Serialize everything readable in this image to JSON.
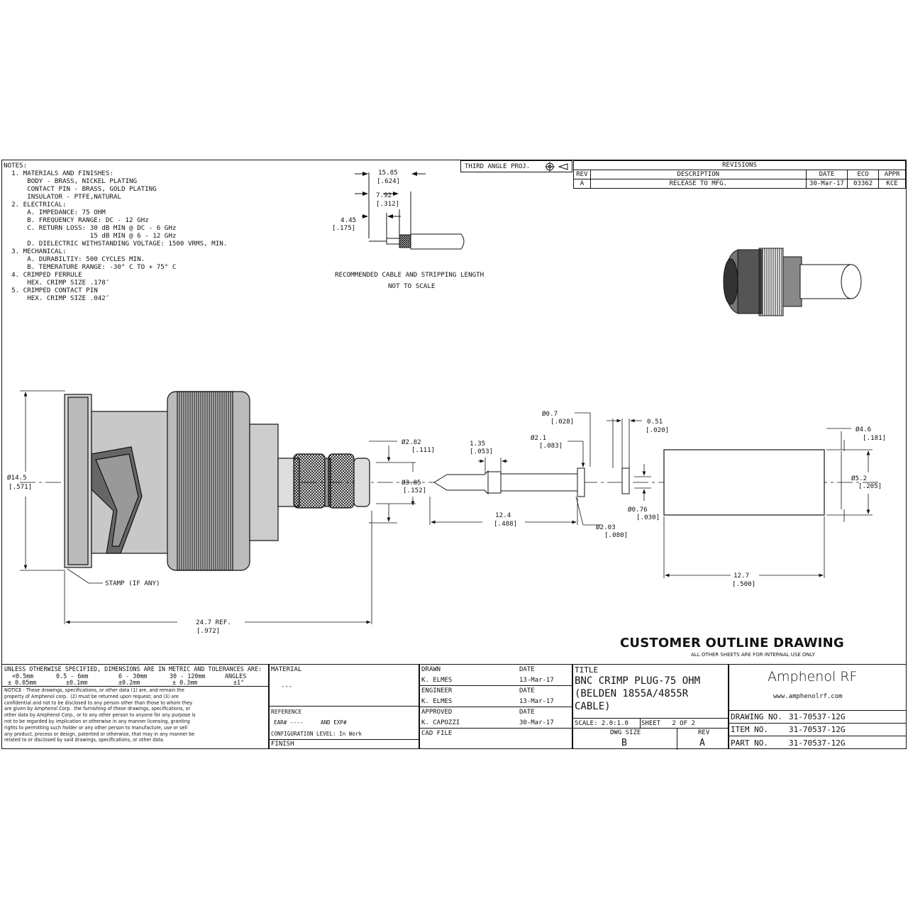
{
  "notes": [
    "NOTES:",
    "  1. MATERIALS AND FINISHES:",
    "      BODY - BRASS, NICKEL PLATING",
    "      CONTACT PIN - BRASS, GOLD PLATING",
    "      INSULATOR - PTFE,NATURAL",
    "  2. ELECTRICAL:",
    "      A. IMPEDANCE: 75 OHM",
    "      B. FREQUENCY RANGE: DC - 12 GHz",
    "      C. RETURN LOSS: 30 dB MIN @ DC - 6 GHz",
    "                      15 dB MIN @ 6 - 12 GHz",
    "      D. DIELECTRIC WITHSTANDING VOLTAGE: 1500 VRMS, MIN.",
    "  3. MECHANICAL:",
    "      A. DURABILTIY: 500 CYCLES MIN.",
    "      B. TEMERATURE RANGE: -30° C TO + 75° C",
    "  4. CRIMPED FERRULE",
    "      HEX. CRIMP SIZE .178″",
    "  5. CRIMPED CONTACT PIN",
    "      HEX. CRIMP SIZE .042″"
  ],
  "projection": "THIRD ANGLE PROJ.",
  "revisions": {
    "title": "REVISIONS",
    "headers": [
      "REV",
      "DESCRIPTION",
      "DATE",
      "ECO",
      "APPR"
    ],
    "rows": [
      [
        "A",
        "RELEASE TO MFG.",
        "30-Mar-17",
        "03362",
        "KCE"
      ]
    ]
  },
  "cable": {
    "dims": [
      {
        "mm": "15.85",
        "in": "[.624]"
      },
      {
        "mm": "7.92",
        "in": "[.312]"
      },
      {
        "mm": "4.45",
        "in": "[.175]"
      }
    ],
    "caption1": "RECOMMENDED CABLE AND STRIPPING LENGTH",
    "caption2": "NOT TO SCALE"
  },
  "dims": {
    "body_dia": {
      "mm": "Ø14.5",
      "in": "[.571]"
    },
    "d282": {
      "mm": "Ø2.82",
      "in": "[.111]"
    },
    "d385": {
      "mm": "Ø3.85",
      "in": "[.152]"
    },
    "length": {
      "mm": "24.7   REF.",
      "in": "[.972]"
    },
    "stamp": "STAMP (IF ANY)",
    "pin_135": {
      "mm": "1.35",
      "in": "[.053]"
    },
    "pin_d07": {
      "mm": "Ø0.7",
      "in": "[.028]"
    },
    "pin_d21": {
      "mm": "Ø2.1",
      "in": "[.083]"
    },
    "pin_124": {
      "mm": "12.4",
      "in": "[.488]"
    },
    "pin_d203": {
      "mm": "Ø2.03",
      "in": "[.080]"
    },
    "ins_051": {
      "mm": "0.51",
      "in": "[.020]"
    },
    "ins_d076": {
      "mm": "Ø0.76",
      "in": "[.030]"
    },
    "fer_d46": {
      "mm": "Ø4.6",
      "in": "[.181]"
    },
    "fer_d52": {
      "mm": "Ø5.2",
      "in": "[.205]"
    },
    "fer_127": {
      "mm": "12.7",
      "in": "[.500]"
    }
  },
  "banner": {
    "title": "CUSTOMER OUTLINE DRAWING",
    "subtitle": "ALL OTHER SHEETS ARE FOR INTERNAL USE ONLY"
  },
  "titleblock": {
    "tolerances_header": "UNLESS OTHERWISE SPECIFIED, DIMENSIONS ARE IN METRIC AND TOLERANCES ARE:",
    "tol_ranges": [
      "<0.5mm",
      "0.5 - 6mm",
      "6 - 30mm",
      "30 - 120mm",
      "ANGLES"
    ],
    "tol_values": [
      "± 0.05mm",
      "±0.1mm",
      "±0.2mm",
      "± 0.3mm",
      "±1°"
    ],
    "notice": "NOTICE - These drawings, specifications, or other data (1) are, and remain the\nproperty of Amphenol corp.  (2) must be returned upon request; and (3) are\nconfidential and not to be disclosed to any person other than those to whom they\nare given by Amphenol Corp.  the furnishing of these drawings, specifications, or\nother data by Amphenol Corp., or to any other person to anyone for any purpose is\nnot to be regarded by implication or otherwise in any manner licensing, granting\nrights to permitting such holder or any other person to manufacture, use or sell\nany product, process or design, patented or otherwise, that may in any manner be\nrelated to or disclosed by said drawings, specifications, or other data.",
    "material_label": "MATERIAL",
    "material_value": "---",
    "reference_label": "REFERENCE",
    "ear": "EAR# ----",
    "exp": "AND EXP#",
    "config": "CONFIGURATION LEVEL: In Work",
    "finish_label": "FINISH",
    "drawn_label": "DRAWN",
    "drawn_name": "K. ELMES",
    "drawn_date": "13-Mar-17",
    "engineer_label": "ENGINEER",
    "engineer_name": "K. ELMES",
    "engineer_date": "13-Mar-17",
    "approved_label": "APPROVED",
    "approved_name": "K. CAPOZZI",
    "approved_date": "30-Mar-17",
    "date_label": "DATE",
    "cad_label": "CAD FILE",
    "title_label": "TITLE",
    "title_lines": [
      "BNC CRIMP PLUG-75 OHM",
      "(BELDEN 1855A/4855R",
      "CABLE)"
    ],
    "scale": "SCALE: 2.0:1.0",
    "sheet": "SHEET   2 OF 2",
    "dwg_size_label": "DWG SIZE",
    "dwg_size": "B",
    "rev_label": "REV",
    "rev": "A",
    "company": "Amphenol RF",
    "website": "www.amphenolrf.com",
    "drawing_no_label": "DRAWING NO.",
    "drawing_no": "31-70537-12G",
    "item_no_label": "ITEM NO.",
    "item_no": "31-70537-12G",
    "part_no_label": "PART NO.",
    "part_no": "31-70537-12G"
  }
}
